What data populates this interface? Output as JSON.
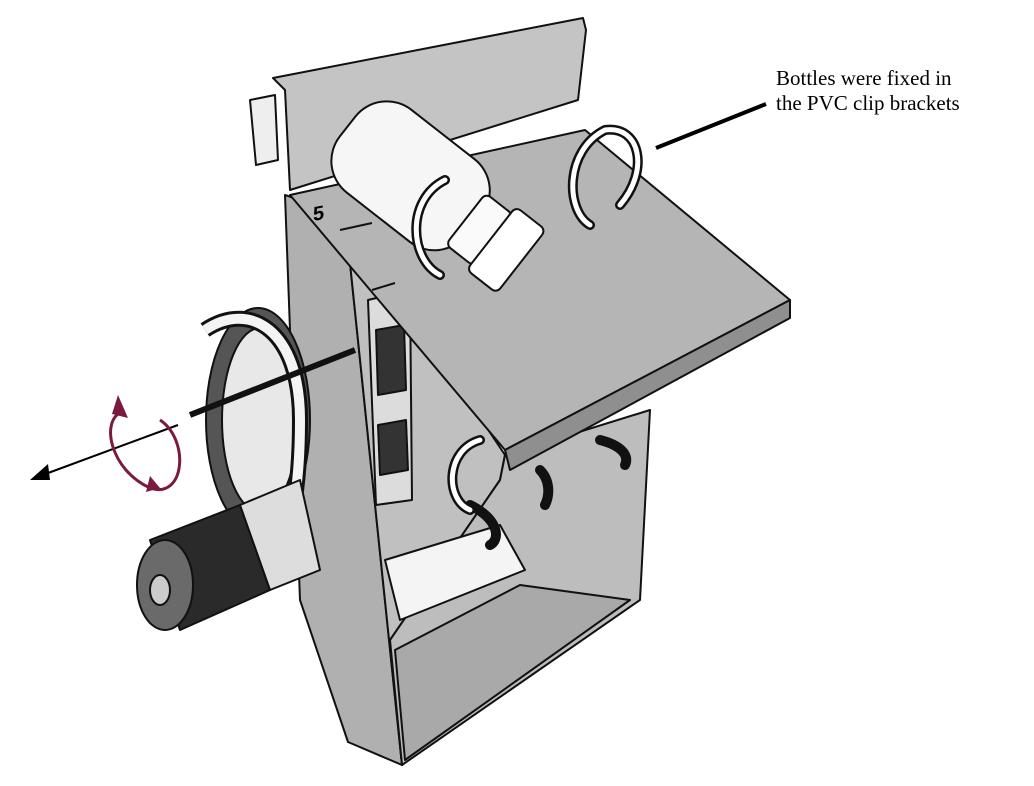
{
  "annotation": {
    "line1": "Bottles were fixed in",
    "line2": "the PVC clip brackets"
  },
  "panel_mark": "5",
  "colors": {
    "panel": "#b9b9b9",
    "panel_dark": "#9a9a9a",
    "rotation_arrow": "#7a1a3e",
    "outline": "#111111"
  }
}
